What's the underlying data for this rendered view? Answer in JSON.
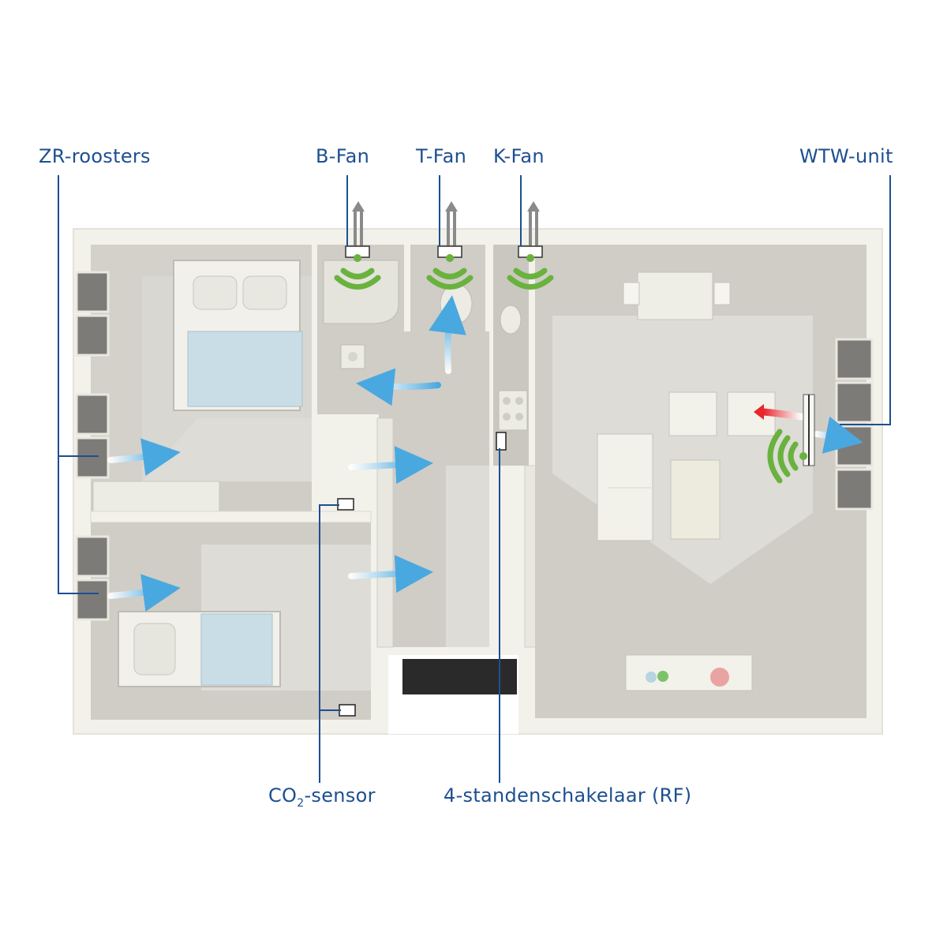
{
  "labels": {
    "zr_roosters": "ZR-roosters",
    "b_fan": "B-Fan",
    "t_fan": "T-Fan",
    "k_fan": "K-Fan",
    "wtw_unit": "WTW-unit",
    "co2_prefix": "CO",
    "co2_sub": "2",
    "co2_suffix": "-sensor",
    "switch": "4-standenschakelaar (RF)"
  },
  "colors": {
    "label_blue": "#1d4f91",
    "leader_blue": "#1d4f91",
    "airflow_blue": "#4aa8e0",
    "exhaust_red": "#e8262d",
    "wireless_green": "#6ab23e",
    "exhaust_gray": "#8a8a8a",
    "wall": "#f2f1ea",
    "floor": "#cfcdc6",
    "floor_light": "#dddcd6"
  },
  "icons": [
    "wireless-signal-icon",
    "airflow-arrow-icon",
    "fan-unit-icon",
    "co2-sensor-icon",
    "rf-switch-icon",
    "wtw-unit-icon"
  ]
}
